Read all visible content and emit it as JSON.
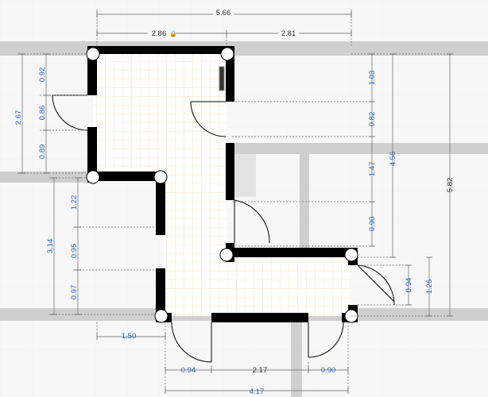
{
  "plan": {
    "overall_width": "5.66",
    "top_left_width": "2.86",
    "top_right_width": "2.81",
    "left_top_gap": "0.92",
    "left_door": "0.86",
    "left_bottom": "0.89",
    "left_total": "2.67",
    "right_top": "1.03",
    "right_door": "0.82",
    "right_mid": "1.47",
    "right_low": "0.90",
    "right_total": "4.56",
    "right_door2": "0.94",
    "right_door2_total": "1.26",
    "far_right_total": "5.82",
    "left_lower_a": "1.22",
    "left_lower_b": "0.95",
    "left_lower_c": "0.97",
    "left_lower_total": "3.14",
    "bottom_offset": "1.50",
    "bottom_door1": "0.94",
    "bottom_mid": "2.17",
    "bottom_door2": "0.90",
    "bottom_total": "4.17"
  },
  "colors": {
    "wall": "#000000",
    "dimension": "#2a62b8",
    "grid": "#f5c9a6",
    "gray_band": "#cfcfcf"
  }
}
